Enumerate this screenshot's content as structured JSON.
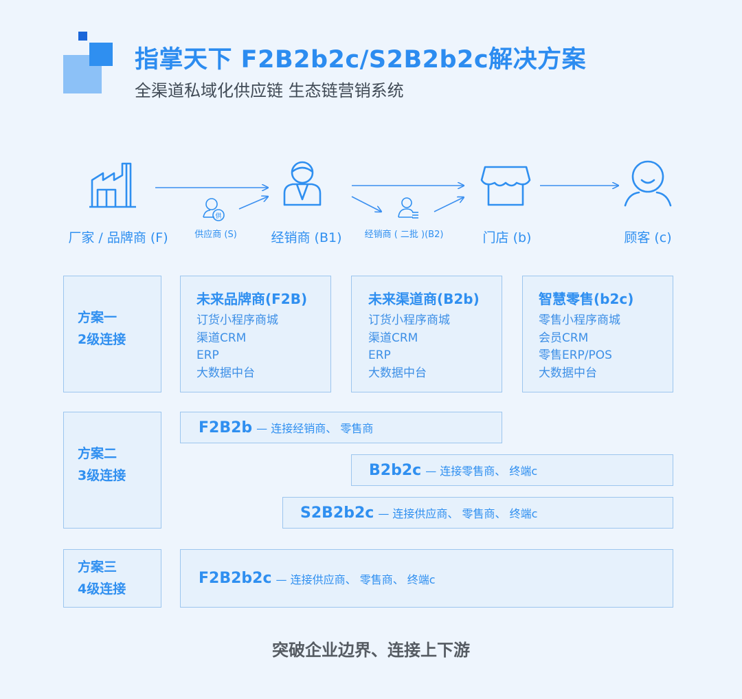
{
  "header": {
    "title": "指掌天下  F2B2b2c/S2B2b2c解决方案",
    "subtitle": "全渠道私域化供应链 生态链营销系统"
  },
  "flow": {
    "nodes": [
      {
        "label": "厂家 / 品牌商 (F)",
        "icon": "factory-icon"
      },
      {
        "label": "经销商 (B1)",
        "icon": "businessperson-icon"
      },
      {
        "label": "门店 (b)",
        "icon": "storefront-icon"
      },
      {
        "label": "顾客 (c)",
        "icon": "customer-icon"
      }
    ],
    "intermediates": [
      {
        "label": "供应商 (S)",
        "icon": "supplier-icon",
        "badge": "供"
      },
      {
        "label": "经销商 ( 二批 )(B2)",
        "icon": "second-distributor-icon"
      }
    ]
  },
  "plans": [
    {
      "name": "方案一",
      "level": "2级连接"
    },
    {
      "name": "方案二",
      "level": "3级连接"
    },
    {
      "name": "方案三",
      "level": "4级连接"
    }
  ],
  "cards": [
    {
      "title": "未来品牌商(F2B)",
      "items": [
        "订货小程序商城",
        "渠道CRM",
        "ERP",
        "大数据中台"
      ]
    },
    {
      "title": "未来渠道商(B2b)",
      "items": [
        "订货小程序商城",
        "渠道CRM",
        "ERP",
        "大数据中台"
      ]
    },
    {
      "title": "智慧零售(b2c)",
      "items": [
        "零售小程序商城",
        "会员CRM",
        "零售ERP/POS",
        "大数据中台"
      ]
    }
  ],
  "bars": [
    {
      "code": "F2B2b",
      "desc": "— 连接经销商、 零售商"
    },
    {
      "code": "B2b2c",
      "desc": "— 连接零售商、 终端c"
    },
    {
      "code": "S2B2b2c",
      "desc": "— 连接供应商、 零售商、 终端c"
    },
    {
      "code": "F2B2b2c",
      "desc": "— 连接供应商、 零售商、 终端c"
    }
  ],
  "footer": "突破企业边界、连接上下游",
  "colors": {
    "accent": "#2f8ff0",
    "background": "#eef5fd",
    "box_fill": "#e6f1fc",
    "box_border": "#9cc5ee"
  }
}
